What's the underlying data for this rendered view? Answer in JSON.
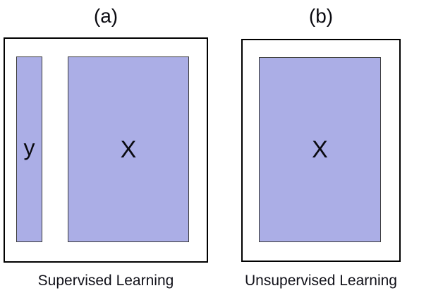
{
  "figure": {
    "colors": {
      "block_fill": "#abaee6",
      "block_border": "#3a3a3a",
      "box_border": "#000000",
      "text": "#0a0a10"
    },
    "panels": [
      {
        "label": "(a)",
        "caption": "Supervised Learning",
        "blocks": [
          {
            "text": "y"
          },
          {
            "text": "X"
          }
        ]
      },
      {
        "label": "(b)",
        "caption": "Unsupervised Learning",
        "blocks": [
          {
            "text": "X"
          }
        ]
      }
    ]
  }
}
